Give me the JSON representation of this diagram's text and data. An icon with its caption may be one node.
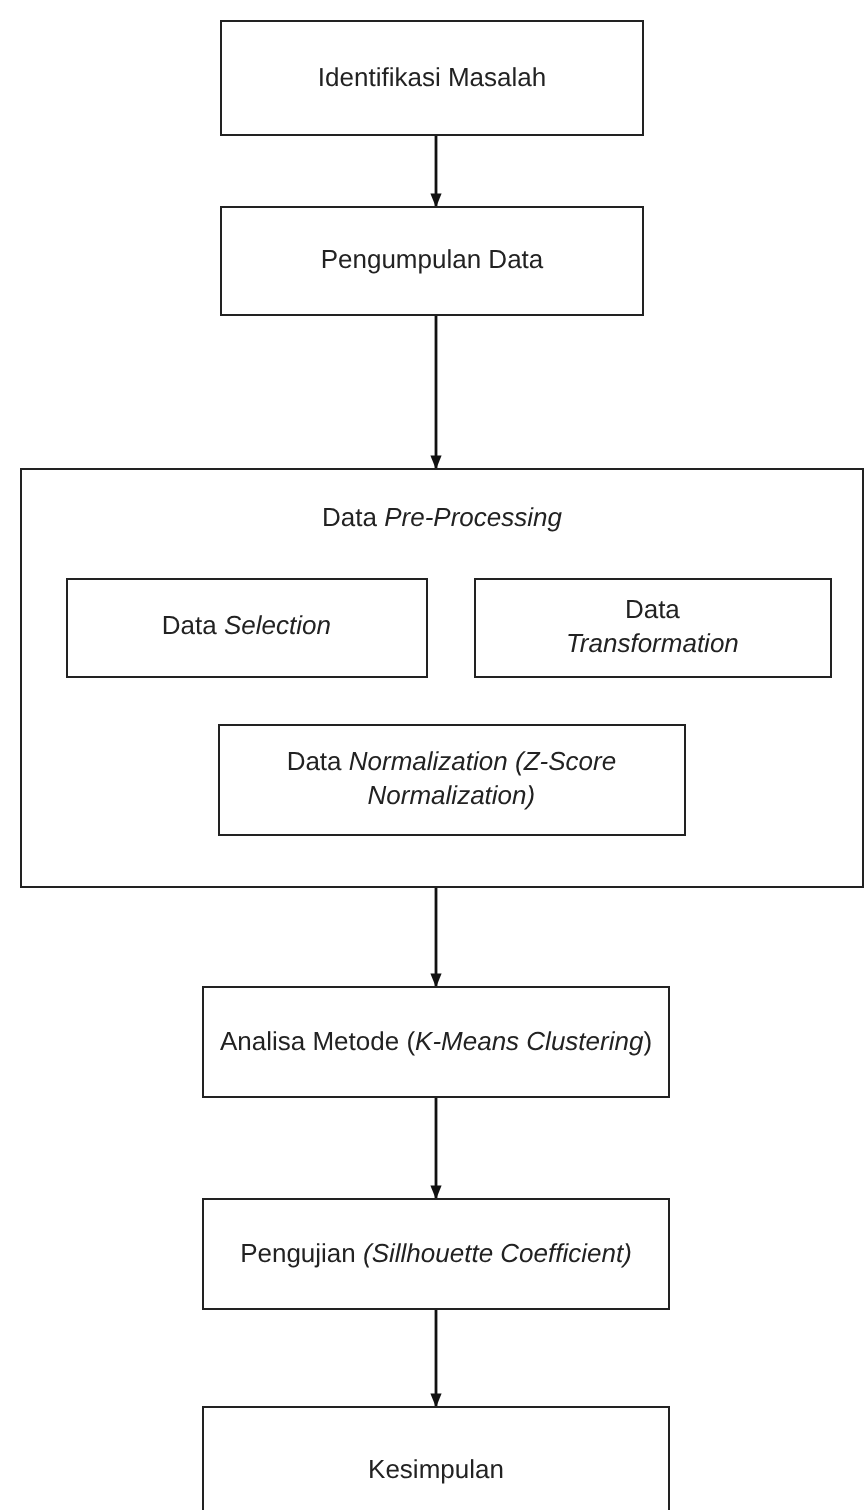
{
  "diagram": {
    "nodes": [
      {
        "text": [
          "Identifikasi Masalah"
        ]
      },
      {
        "text": [
          "Pengumpulan Data"
        ]
      },
      {
        "text": [
          "Data *Pre-Processing*"
        ]
      },
      {
        "text": [
          "Data *Selection*"
        ],
        "in": 2
      },
      {
        "text": [
          "Data *Transformation*"
        ],
        "in": 2
      },
      {
        "text": [
          "Data *Normalization* *(Z-Score Normalization)*"
        ],
        "in": 2
      },
      {
        "text": [
          "Analisa Metode (*K-Means Clustering*)"
        ]
      },
      {
        "text": [
          "Pengujian *(Sillhouette Coefficient)*"
        ]
      },
      {
        "text": [
          "Kesimpulan"
        ]
      }
    ],
    "edges": [
      {
        "from": 0,
        "to": 1,
        "arrow": "to"
      },
      {
        "from": 1,
        "to": 2,
        "arrow": "to"
      },
      {
        "from": 2,
        "to": 6,
        "arrow": "to"
      },
      {
        "from": 6,
        "to": 7,
        "arrow": "to"
      },
      {
        "from": 7,
        "to": 8,
        "arrow": "to"
      }
    ]
  }
}
